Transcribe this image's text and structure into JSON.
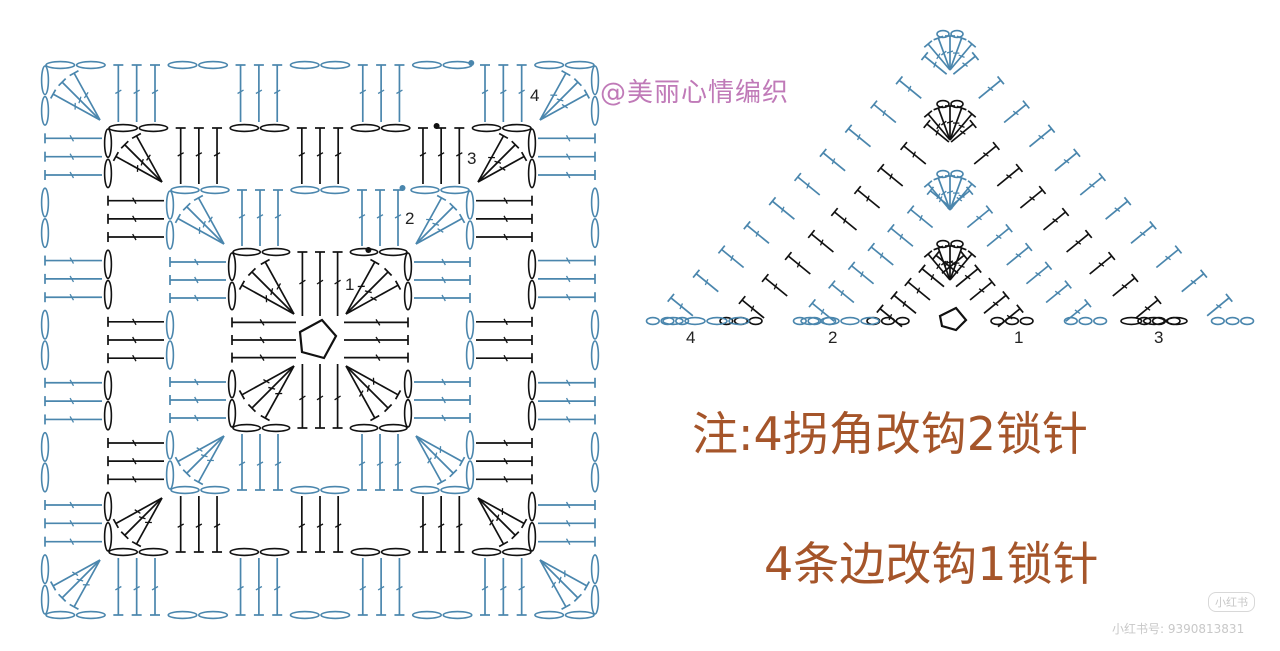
{
  "watermark": "@美丽心情编织",
  "square_round_labels": [
    "1",
    "2",
    "3",
    "4"
  ],
  "triangle_row_labels": [
    "4",
    "2",
    "1",
    "3"
  ],
  "notes": {
    "line1": "注:4拐角改钩2锁针",
    "line2": "4条边改钩1锁针"
  },
  "app_badge": "小红书",
  "credit": "小红书号: 9390813831",
  "colors": {
    "black_rounds": "#111111",
    "blue_rounds": "#4a86ad",
    "note_text": "#a5552a",
    "watermark": "#c07ab8"
  }
}
